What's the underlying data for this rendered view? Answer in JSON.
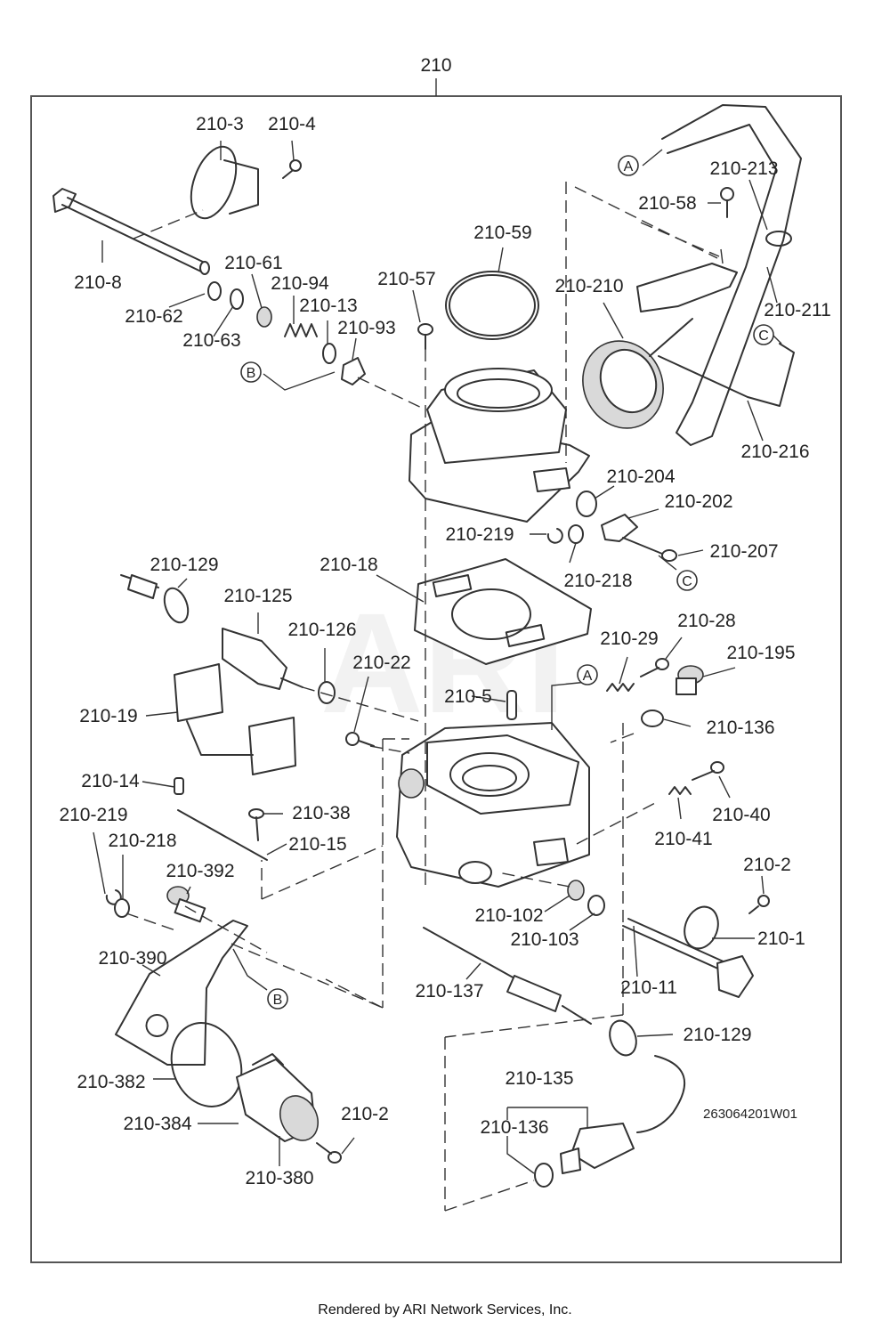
{
  "assembly": {
    "number": "210"
  },
  "drawing_number": "263064201W01",
  "watermark": "ARI",
  "footer": "Rendered by ARI Network Services, Inc.",
  "callout_letters": [
    "A",
    "B",
    "C"
  ],
  "parts": [
    "210-3",
    "210-4",
    "210-8",
    "210-62",
    "210-63",
    "210-61",
    "210-94",
    "210-13",
    "210-57",
    "210-93",
    "210-59",
    "210-58",
    "210-213",
    "210-210",
    "210-211",
    "210-216",
    "210-204",
    "210-202",
    "210-207",
    "210-219",
    "210-218",
    "210-18",
    "210-129",
    "210-125",
    "210-126",
    "210-22",
    "210-29",
    "210-28",
    "210-195",
    "210-5",
    "210-136",
    "210-19",
    "210-14",
    "210-38",
    "210-15",
    "210-40",
    "210-41",
    "210-2",
    "210-392",
    "210-1",
    "210-102",
    "210-103",
    "210-390",
    "210-11",
    "210-137",
    "210-382",
    "210-135",
    "210-384",
    "210-380"
  ]
}
